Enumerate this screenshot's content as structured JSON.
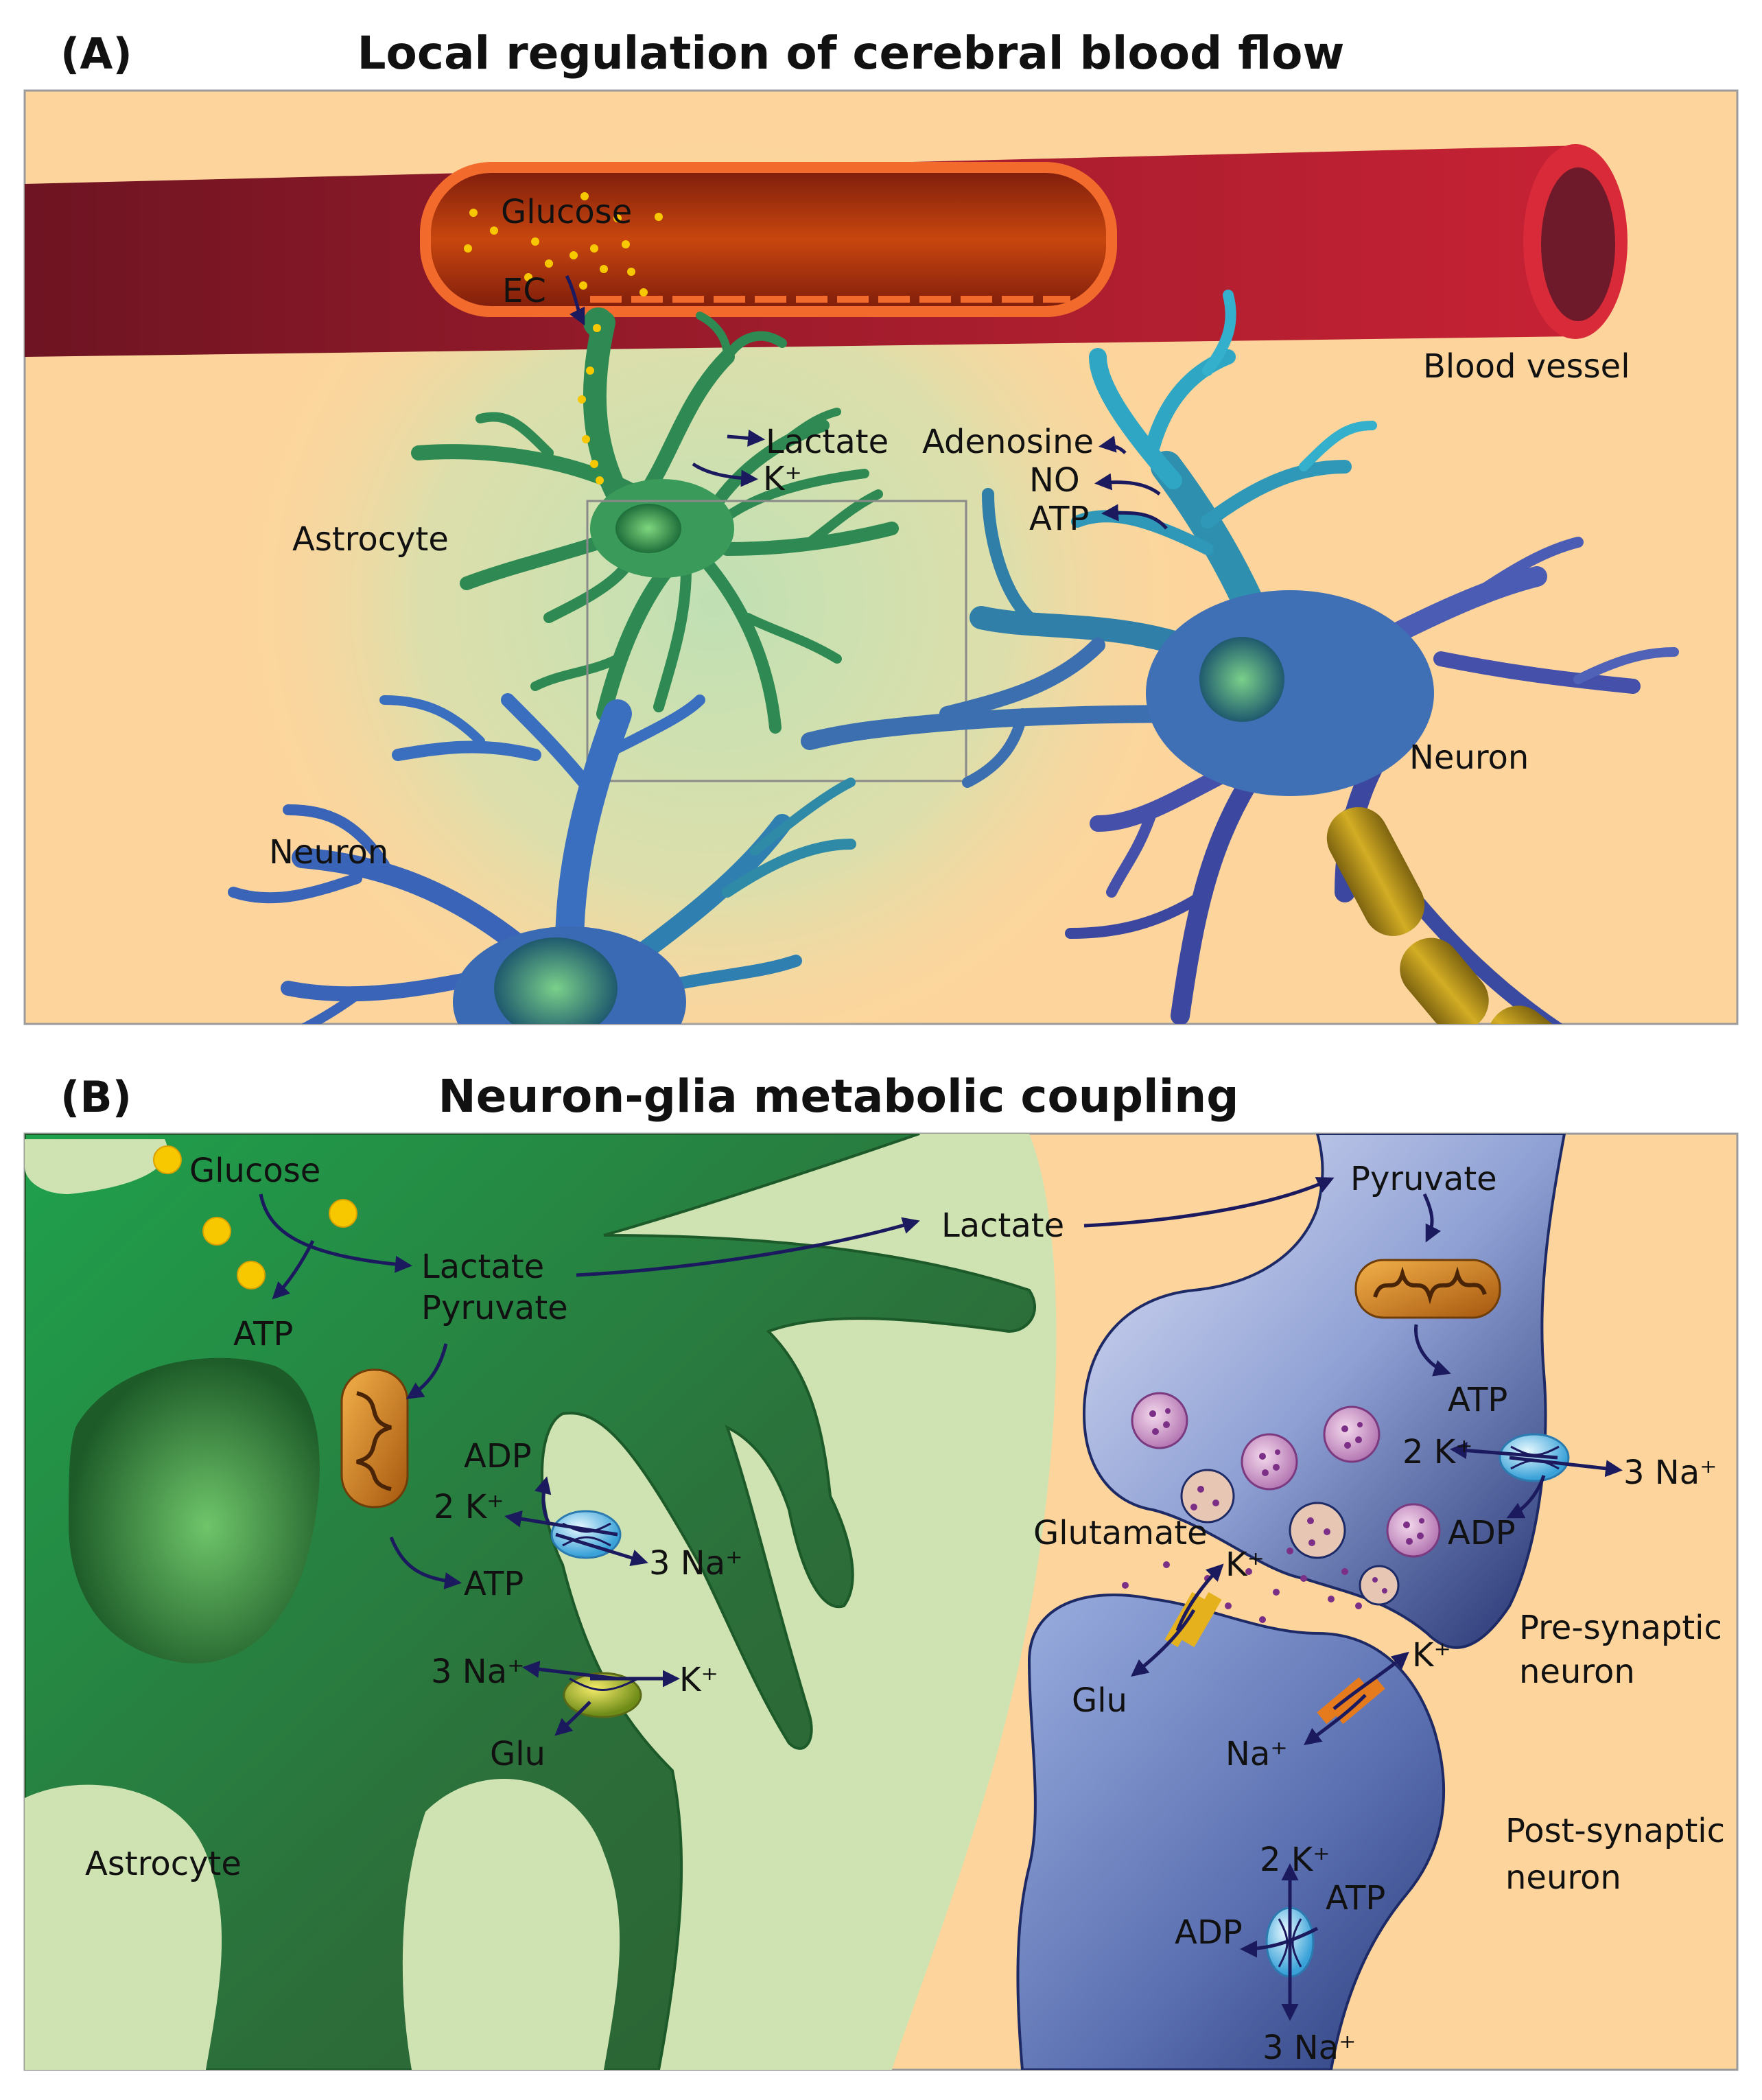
{
  "panel_a": {
    "letter": "(A)",
    "title": "Local regulation of cerebral blood flow",
    "labels": {
      "glucose": "Glucose",
      "ec": "EC",
      "blood_vessel": "Blood vessel",
      "lactate": "Lactate",
      "k_plus": "K⁺",
      "adenosine": "Adenosine",
      "no": "NO",
      "atp": "ATP",
      "astrocyte": "Astrocyte",
      "neuron_right": "Neuron",
      "neuron_left": "Neuron"
    }
  },
  "panel_b": {
    "letter": "(B)",
    "title": "Neuron-glia metabolic coupling",
    "labels": {
      "glucose": "Glucose",
      "atp_glyco": "ATP",
      "lactate_astro": "Lactate",
      "pyruvate_astro": "Pyruvate",
      "adp_astro": "ADP",
      "two_k_astro": "2 K⁺",
      "three_na_astro": "3 Na⁺",
      "atp_astro": "ATP",
      "three_na_glu": "3 Na⁺",
      "k_glu": "K⁺",
      "glu_astro": "Glu",
      "astrocyte": "Astrocyte",
      "lactate_shuttle": "Lactate",
      "pyruvate_pre": "Pyruvate",
      "atp_pre": "ATP",
      "two_k_pre": "2 K⁺",
      "three_na_pre": "3 Na⁺",
      "adp_pre": "ADP",
      "glutamate": "Glutamate",
      "k_cleft": "K⁺",
      "glu_post": "Glu",
      "k_post": "K⁺",
      "na_post": "Na⁺",
      "pre_synaptic_1": "Pre-synaptic",
      "pre_synaptic_2": "neuron",
      "post_synaptic_1": "Post-synaptic",
      "post_synaptic_2": "neuron",
      "two_k_post": "2 K⁺",
      "atp_post": "ATP",
      "adp_post": "ADP",
      "three_na_post": "3 Na⁺"
    }
  },
  "colors": {
    "background": "#fdd59c",
    "vessel": "#a31e2e",
    "vessel_lumen": "#d24a12",
    "endothelium": "#f26a2c",
    "astrocyte": "#2f7d4a",
    "neuron": "#3f5fb0",
    "myelin": "#c19a1c",
    "arrow": "#1c1a5e",
    "glucose_dot": "#f7c800"
  }
}
